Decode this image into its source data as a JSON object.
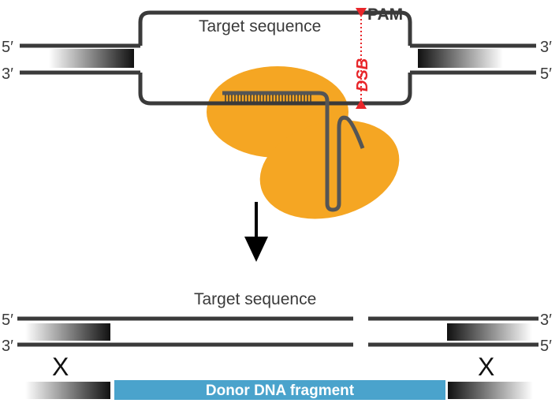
{
  "top": {
    "target_label": "Target sequence",
    "pam_label": "PAM",
    "dsb_label": "DSB",
    "end_5_left": "5′",
    "end_3_left": "3′",
    "end_3_right": "3′",
    "end_5_right": "5′"
  },
  "bottom": {
    "target_label": "Target sequence",
    "end_5_left": "5′",
    "end_3_left": "3′",
    "end_3_right": "3′",
    "end_5_right": "5′",
    "cross_left": "X",
    "cross_right": "X",
    "donor_label": "Donor DNA fragment"
  },
  "colors": {
    "strand": "#3a3a3a",
    "cas9": "#f5a623",
    "dsb": "#e8262a",
    "donor": "#4aa3cc",
    "homology_dark": "#111111"
  }
}
